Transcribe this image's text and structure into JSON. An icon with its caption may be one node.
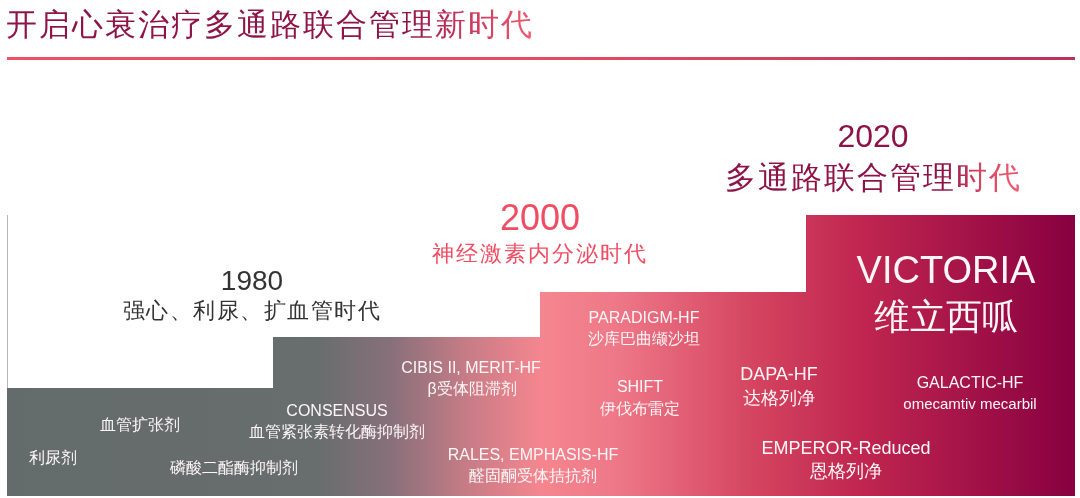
{
  "diagram": {
    "title": "开启心衰治疗多通路联合管理新时代",
    "nodes": [
      {
        "text": [
          "利尿剂",
          "血管扩张剂",
          "磷酸二酯酶抑制剂",
          "CONSENSUS",
          "血管紧张素转化酶抑制剂",
          "CIBIS II, MERIT-HF",
          "β受体阻滞剂",
          "RALES, EMPHASIS-HF",
          "醛固酮受体拮抗剂",
          "PARADIGM-HF",
          "沙库巴曲缬沙坦",
          "SHIFT",
          "伊伐布雷定",
          "DAPA-HF",
          "达格列净",
          "EMPEROR-Reduced",
          "恩格列净",
          "VICTORIA",
          "维立西呱",
          "GALACTIC-HF",
          "omecamtiv mecarbil"
        ]
      }
    ],
    "labels": [
      "1980",
      "强心、利尿、扩血管时代",
      "2000",
      "神经激素内分泌时代",
      "2020",
      "多通路联合管理时代"
    ]
  }
}
